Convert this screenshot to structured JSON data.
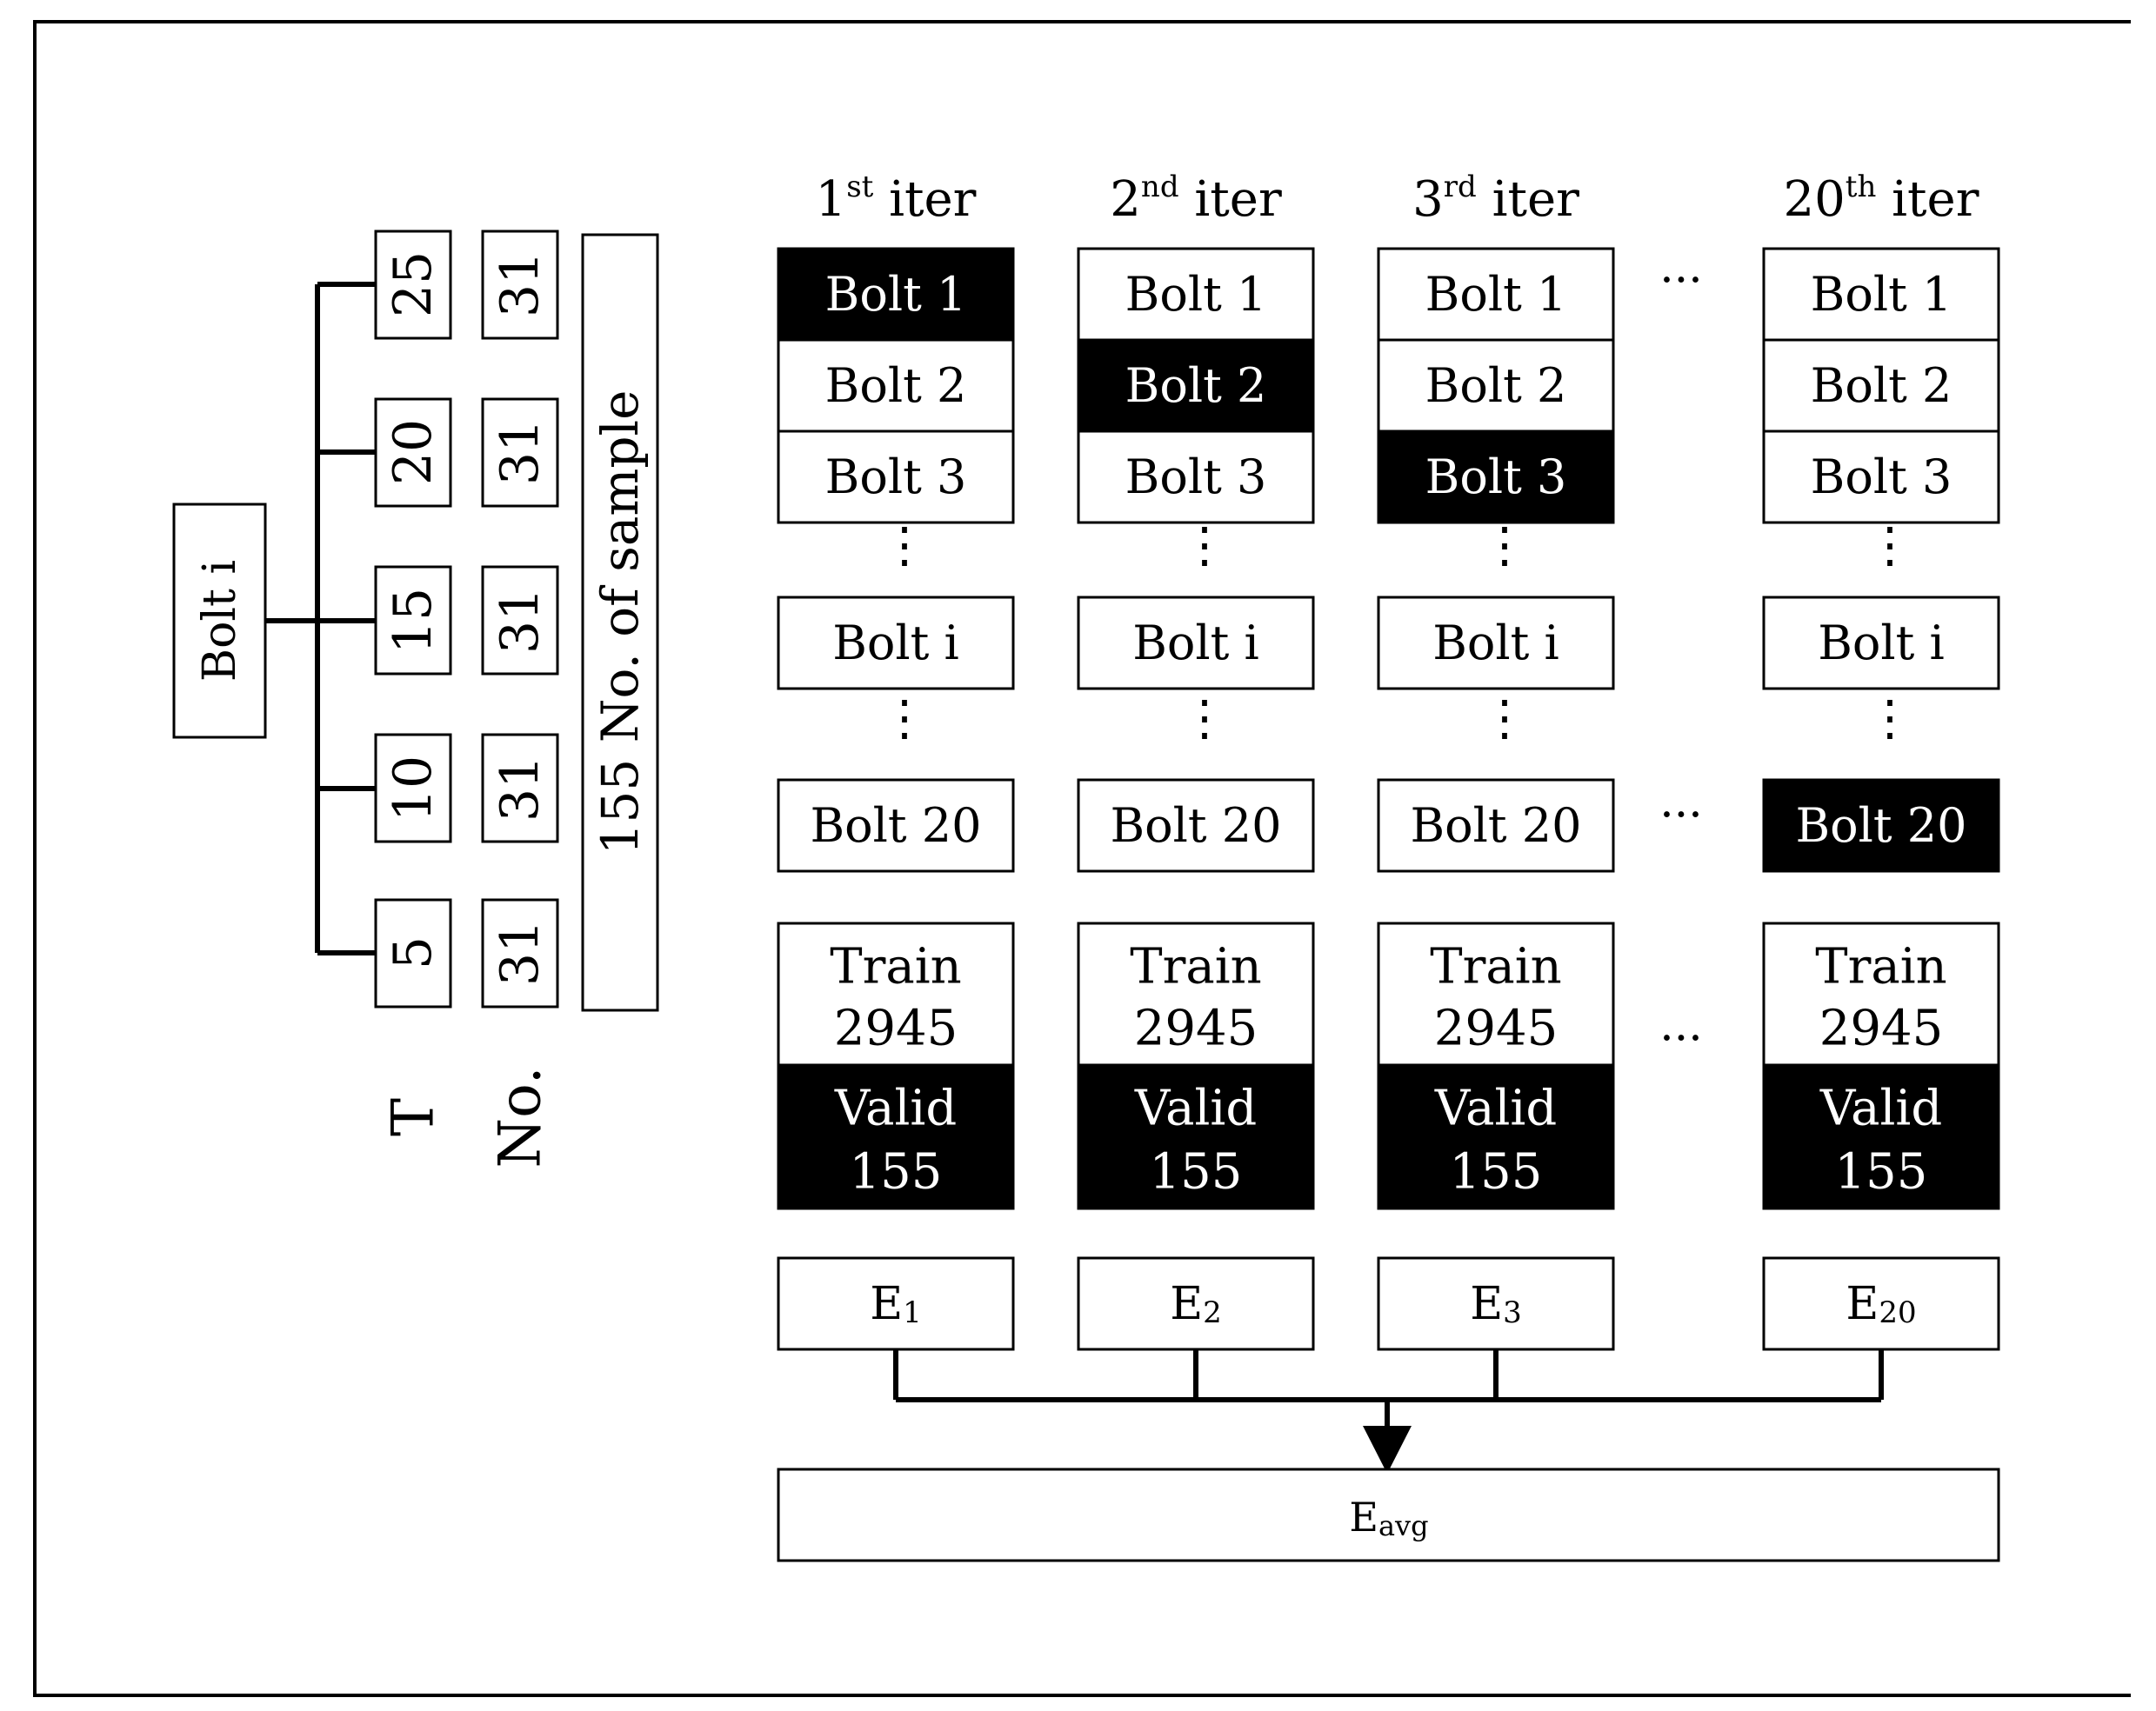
{
  "left": {
    "root_label": "Bolt i",
    "t_values": [
      "25",
      "20",
      "15",
      "10",
      "5"
    ],
    "counts": [
      "31",
      "31",
      "31",
      "31",
      "31"
    ],
    "sample_label": "155 No. of sample",
    "t_header": "T",
    "count_header": "No."
  },
  "iterations": [
    {
      "num": "1",
      "suffix": "st",
      "word": " iter",
      "highlight": 0
    },
    {
      "num": "2",
      "suffix": "nd",
      "word": " iter",
      "highlight": 1
    },
    {
      "num": "3",
      "suffix": "rd",
      "word": " iter",
      "highlight": 2
    },
    {
      "num": "20",
      "suffix": "th",
      "word": " iter",
      "highlight": 4
    }
  ],
  "bolt_labels": [
    "Bolt 1",
    "Bolt 2",
    "Bolt 3",
    "Bolt i",
    "Bolt 20"
  ],
  "train_label": "Train",
  "train_count": "2945",
  "valid_label": "Valid",
  "valid_count": "155",
  "errors": [
    {
      "main": "E",
      "sub": "1"
    },
    {
      "main": "E",
      "sub": "2"
    },
    {
      "main": "E",
      "sub": "3"
    },
    {
      "main": "E",
      "sub": "20"
    }
  ],
  "average": {
    "main": "E",
    "sub": "avg"
  },
  "ellipsis_h": "···",
  "ellipsis_v": "⋮"
}
